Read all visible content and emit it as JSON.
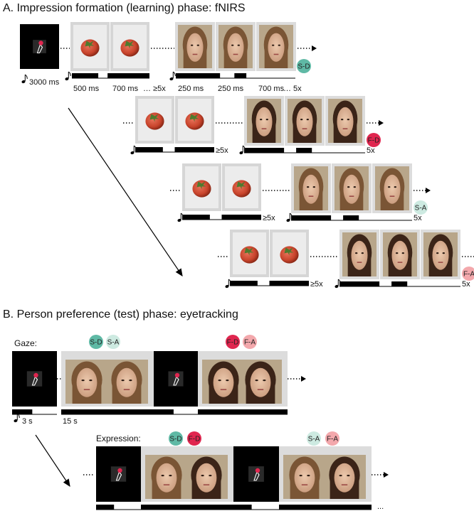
{
  "section_a": {
    "title": "A. Impression formation (learning) phase: fNIRS",
    "cue_duration": "3000 ms",
    "tomato_durations": [
      "500 ms",
      "700 ms"
    ],
    "face_durations": [
      "250 ms",
      "250 ms",
      "700 ms"
    ],
    "tomato_repeat": "… ≥5x",
    "face_repeat": "… 5x",
    "repeat_min": "≥5x",
    "repeat": "5x",
    "rows": [
      {
        "badge": "S-D"
      },
      {
        "badge": "F-D"
      },
      {
        "badge": "S-A"
      },
      {
        "badge": "F-A"
      }
    ]
  },
  "section_b": {
    "title": "B. Person preference (test) phase: eyetracking",
    "gaze_label": "Gaze:",
    "expression_label": "Expression:",
    "cue_duration": "3 s",
    "pair_duration": "15 s",
    "gaze_pairs": [
      [
        "S-D",
        "S-A"
      ],
      [
        "F-D",
        "F-A"
      ]
    ],
    "expression_pairs": [
      [
        "S-D",
        "F-D"
      ],
      [
        "S-A",
        "F-A"
      ]
    ],
    "ellipsis": "..."
  },
  "colors": {
    "S-D": "#5fb9a5",
    "S-A": "#cdeae1",
    "F-D": "#e0264f",
    "F-A": "#f3a8ac",
    "frame": "#dcdcdc",
    "face_bg": "#b8a68a",
    "tomato": "#c8442c"
  },
  "icons": [
    "music-note-icon",
    "cue-hand-icon",
    "tomato-image",
    "face-photo",
    "arrow-icon"
  ]
}
